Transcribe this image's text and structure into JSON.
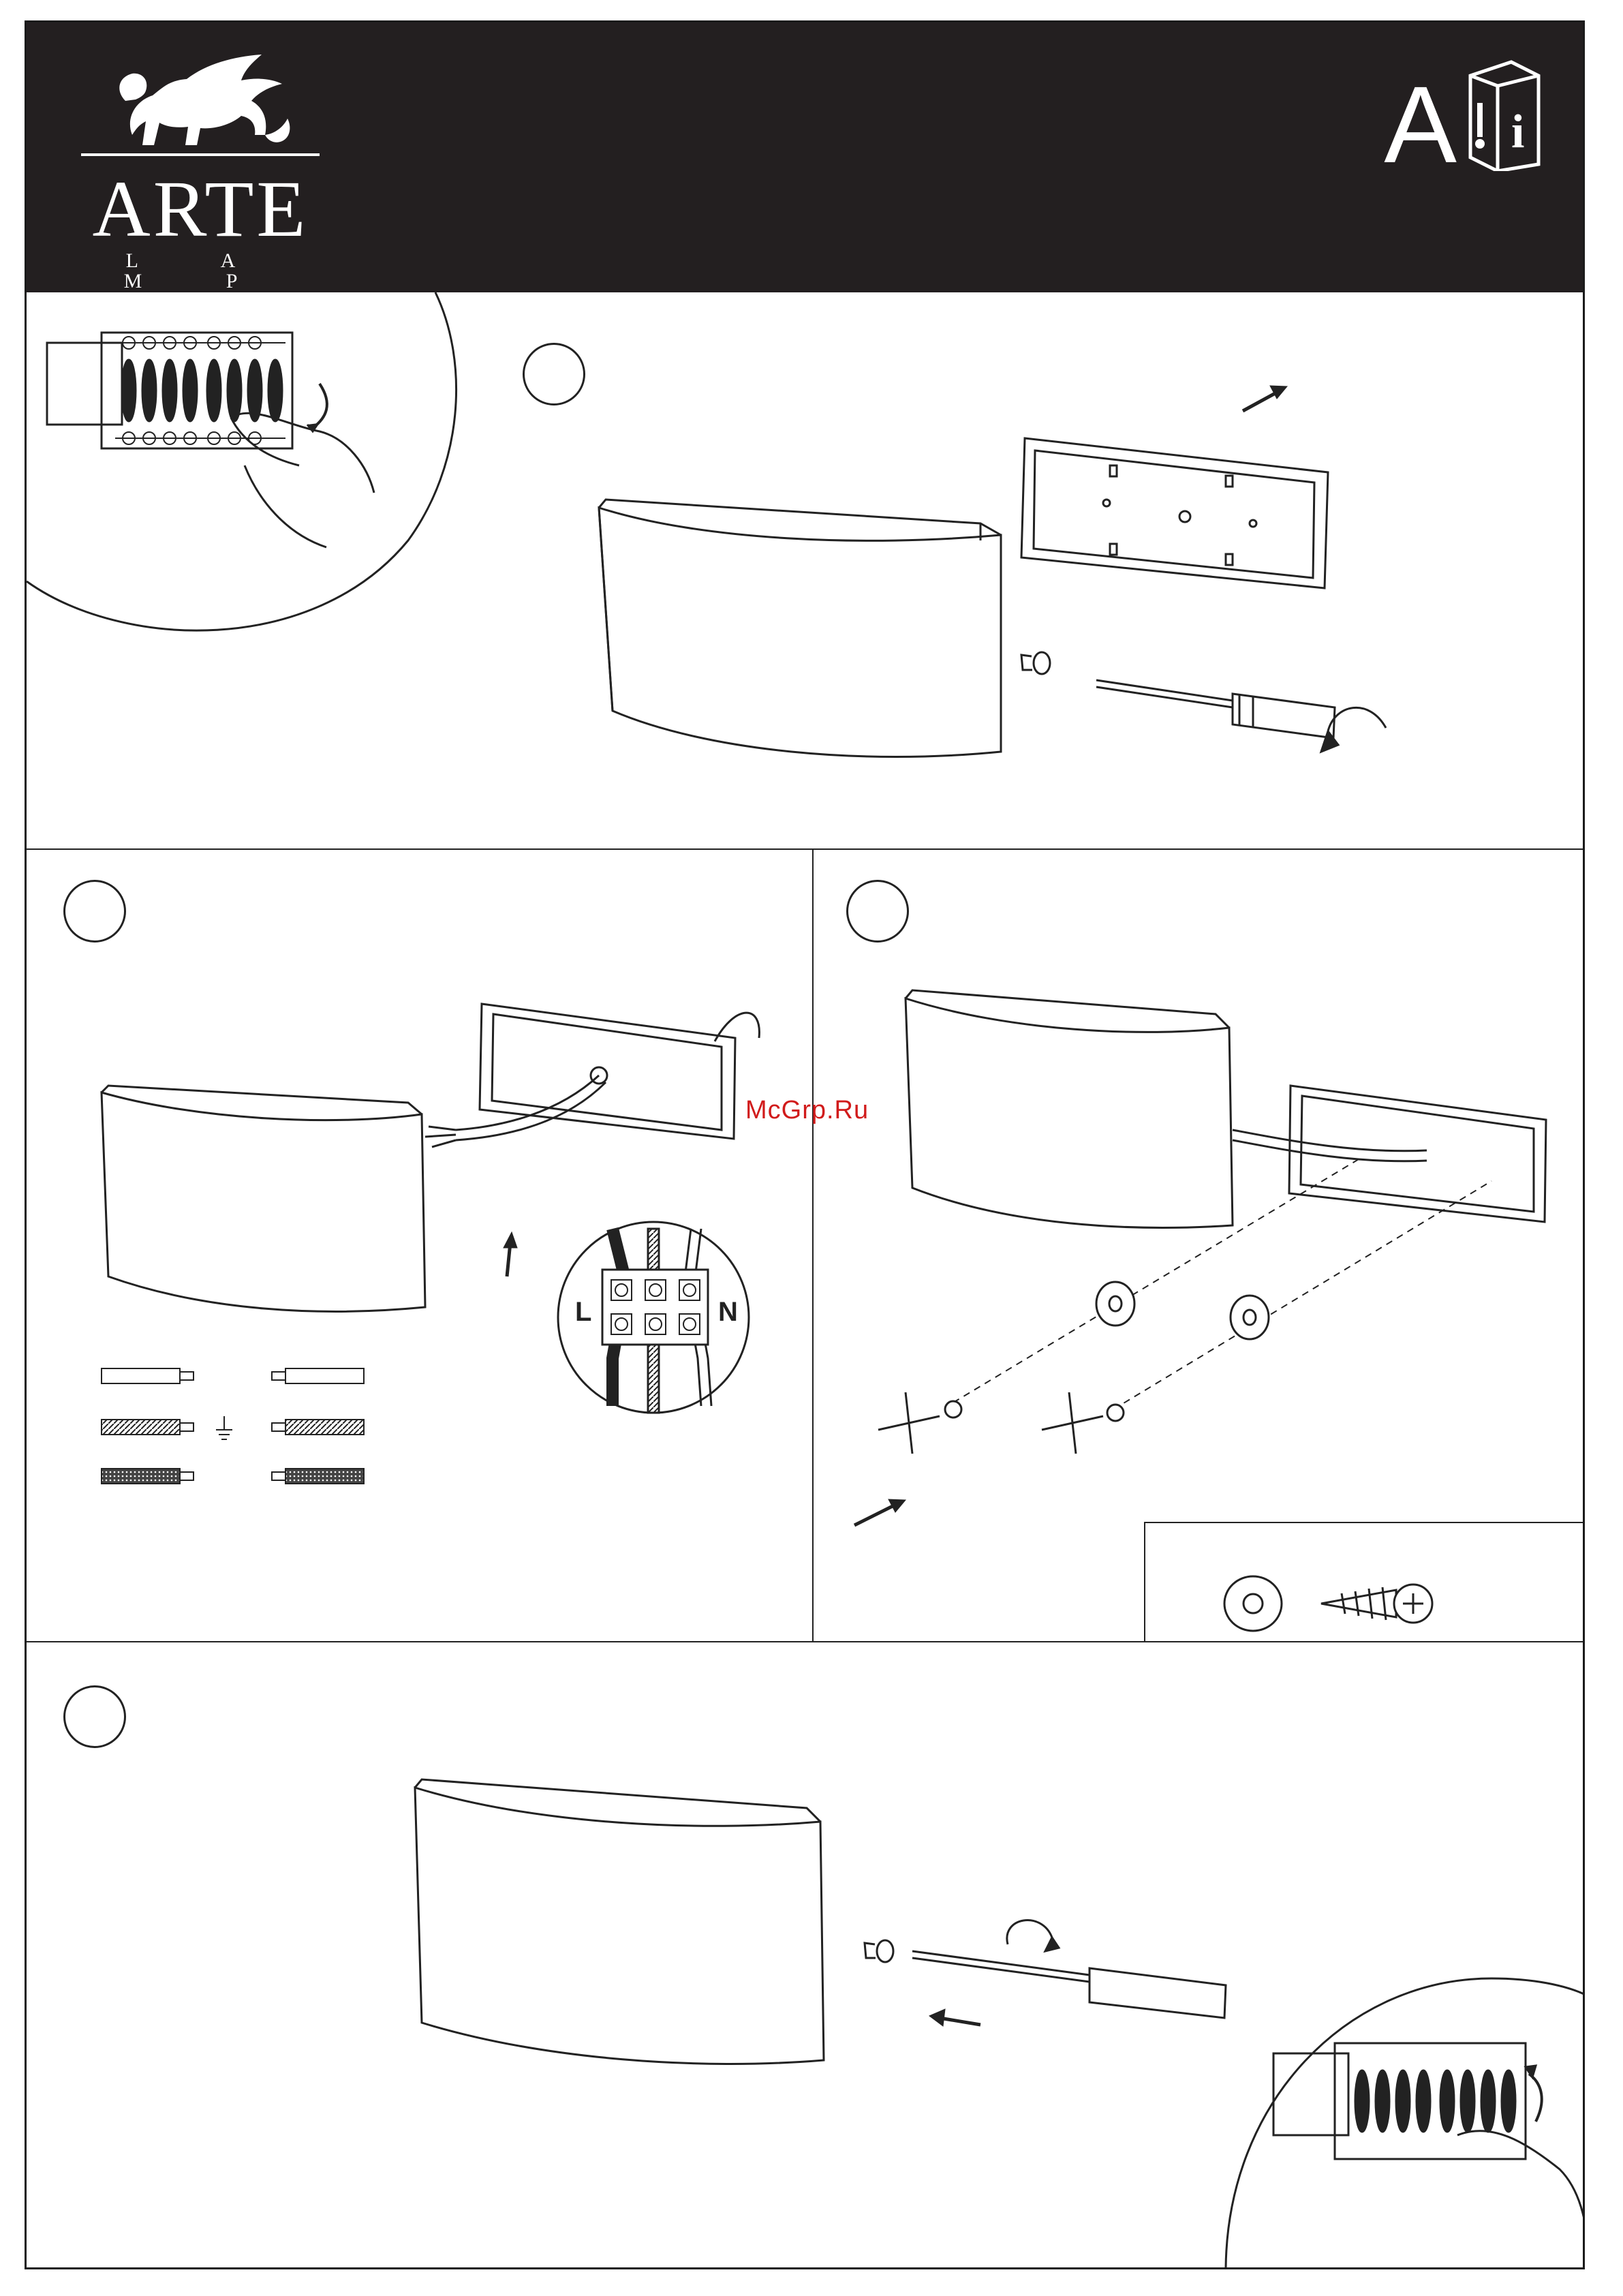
{
  "brand": {
    "name": "ARTE",
    "sub": "L A M P",
    "logo_icon": "winged-lion-logo"
  },
  "header": {
    "section_letter": "A",
    "manual_icon": "instruction-manual-icon"
  },
  "watermark": "McGrp.Ru",
  "wiring": {
    "live_label": "L",
    "neutral_label": "N"
  },
  "colors": {
    "header_bg": "#231f20",
    "line": "#222222",
    "watermark": "#d11b1b"
  }
}
